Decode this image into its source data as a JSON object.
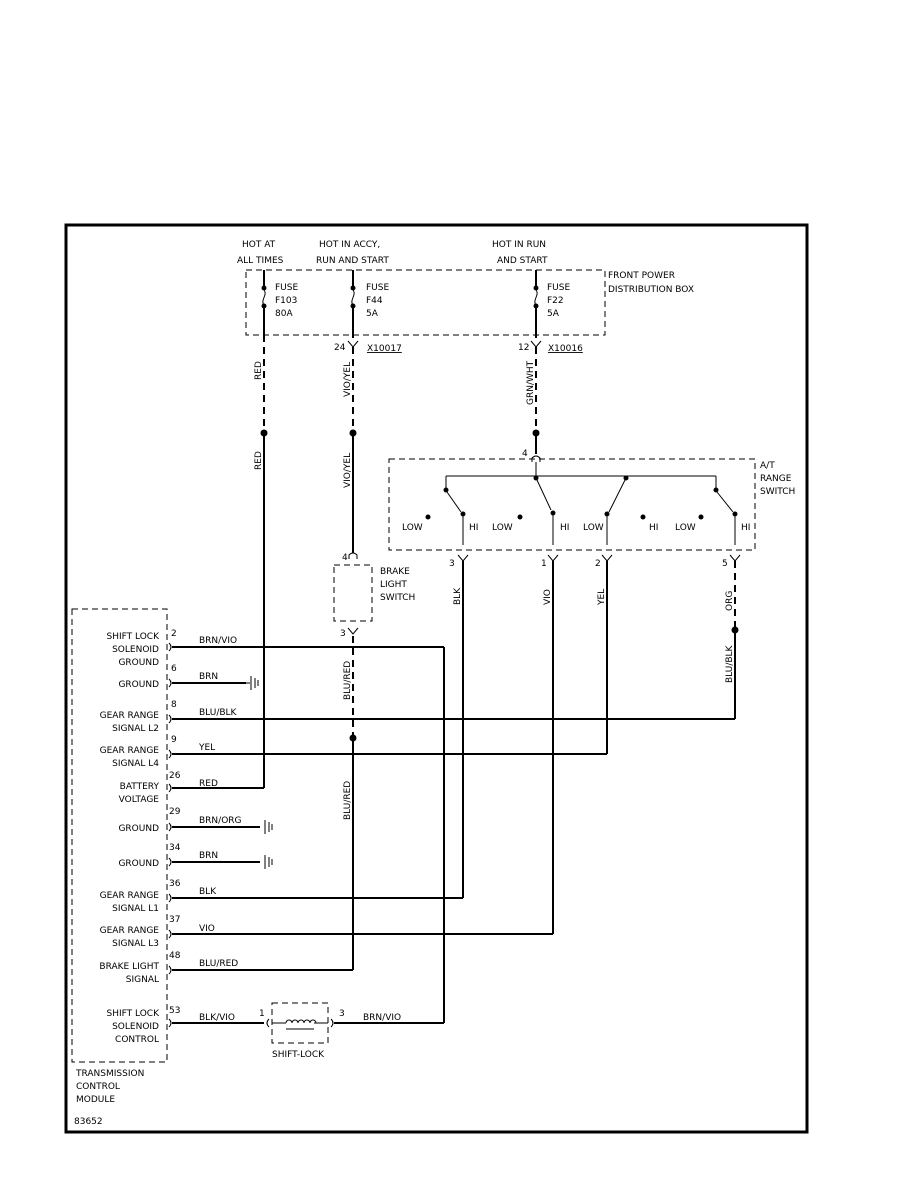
{
  "supply": {
    "hot_always_l1": "HOT AT",
    "hot_always_l2": "ALL TIMES",
    "hot_accy_l1": "HOT IN ACCY,",
    "hot_accy_l2": "RUN AND START",
    "hot_run_l1": "HOT IN RUN",
    "hot_run_l2": "AND START"
  },
  "fuse_box": {
    "label_l1": "FRONT POWER",
    "label_l2": "DISTRIBUTION BOX",
    "fuses": [
      {
        "l1": "FUSE",
        "l2": "F103",
        "l3": "80A"
      },
      {
        "l1": "FUSE",
        "l2": "F44",
        "l3": "5A"
      },
      {
        "l1": "FUSE",
        "l2": "F22",
        "l3": "5A"
      }
    ]
  },
  "connectors": {
    "x10017_pin": "24",
    "x10017": "X10017",
    "x10016_pin": "12",
    "x10016": "X10016"
  },
  "wires": {
    "red": "RED",
    "vio_yel": "VIO/YEL",
    "grn_wht": "GRN/WHT",
    "blk": "BLK",
    "vio": "VIO",
    "yel": "YEL",
    "org": "ORG",
    "blu_blk": "BLU/BLK",
    "blu_red": "BLU/RED"
  },
  "brake_switch": {
    "l1": "BRAKE",
    "l2": "LIGHT",
    "l3": "SWITCH",
    "pin_in": "4",
    "pin_out": "3"
  },
  "range_switch": {
    "l1": "A/T",
    "l2": "RANGE",
    "l3": "SWITCH",
    "pin_in": "4",
    "low": "LOW",
    "hi": "HI",
    "pins": [
      "3",
      "1",
      "2",
      "5"
    ]
  },
  "tcm": {
    "l1": "TRANSMISSION",
    "l2": "CONTROL",
    "l3": "MODULE",
    "rows": [
      {
        "pin": "2",
        "l1": "SHIFT LOCK",
        "l2": "SOLENOID",
        "l3": "GROUND",
        "wire": "BRN/VIO"
      },
      {
        "pin": "6",
        "l1": "GROUND",
        "l2": "",
        "l3": "",
        "wire": "BRN"
      },
      {
        "pin": "8",
        "l1": "GEAR RANGE",
        "l2": "SIGNAL L2",
        "l3": "",
        "wire": "BLU/BLK"
      },
      {
        "pin": "9",
        "l1": "GEAR RANGE",
        "l2": "SIGNAL L4",
        "l3": "",
        "wire": "YEL"
      },
      {
        "pin": "26",
        "l1": "BATTERY",
        "l2": "VOLTAGE",
        "l3": "",
        "wire": "RED"
      },
      {
        "pin": "29",
        "l1": "GROUND",
        "l2": "",
        "l3": "",
        "wire": "BRN/ORG"
      },
      {
        "pin": "34",
        "l1": "GROUND",
        "l2": "",
        "l3": "",
        "wire": "BRN"
      },
      {
        "pin": "36",
        "l1": "GEAR RANGE",
        "l2": "SIGNAL L1",
        "l3": "",
        "wire": "BLK"
      },
      {
        "pin": "37",
        "l1": "GEAR RANGE",
        "l2": "SIGNAL L3",
        "l3": "",
        "wire": "VIO"
      },
      {
        "pin": "48",
        "l1": "BRAKE LIGHT",
        "l2": "SIGNAL",
        "l3": "",
        "wire": "BLU/RED"
      },
      {
        "pin": "53",
        "l1": "SHIFT LOCK",
        "l2": "SOLENOID",
        "l3": "CONTROL",
        "wire": "BLK/VIO"
      }
    ]
  },
  "shift_lock": {
    "label": "SHIFT-LOCK",
    "pin_in": "1",
    "pin_out": "3",
    "wire_out": "BRN/VIO"
  },
  "figure_id": "83652"
}
